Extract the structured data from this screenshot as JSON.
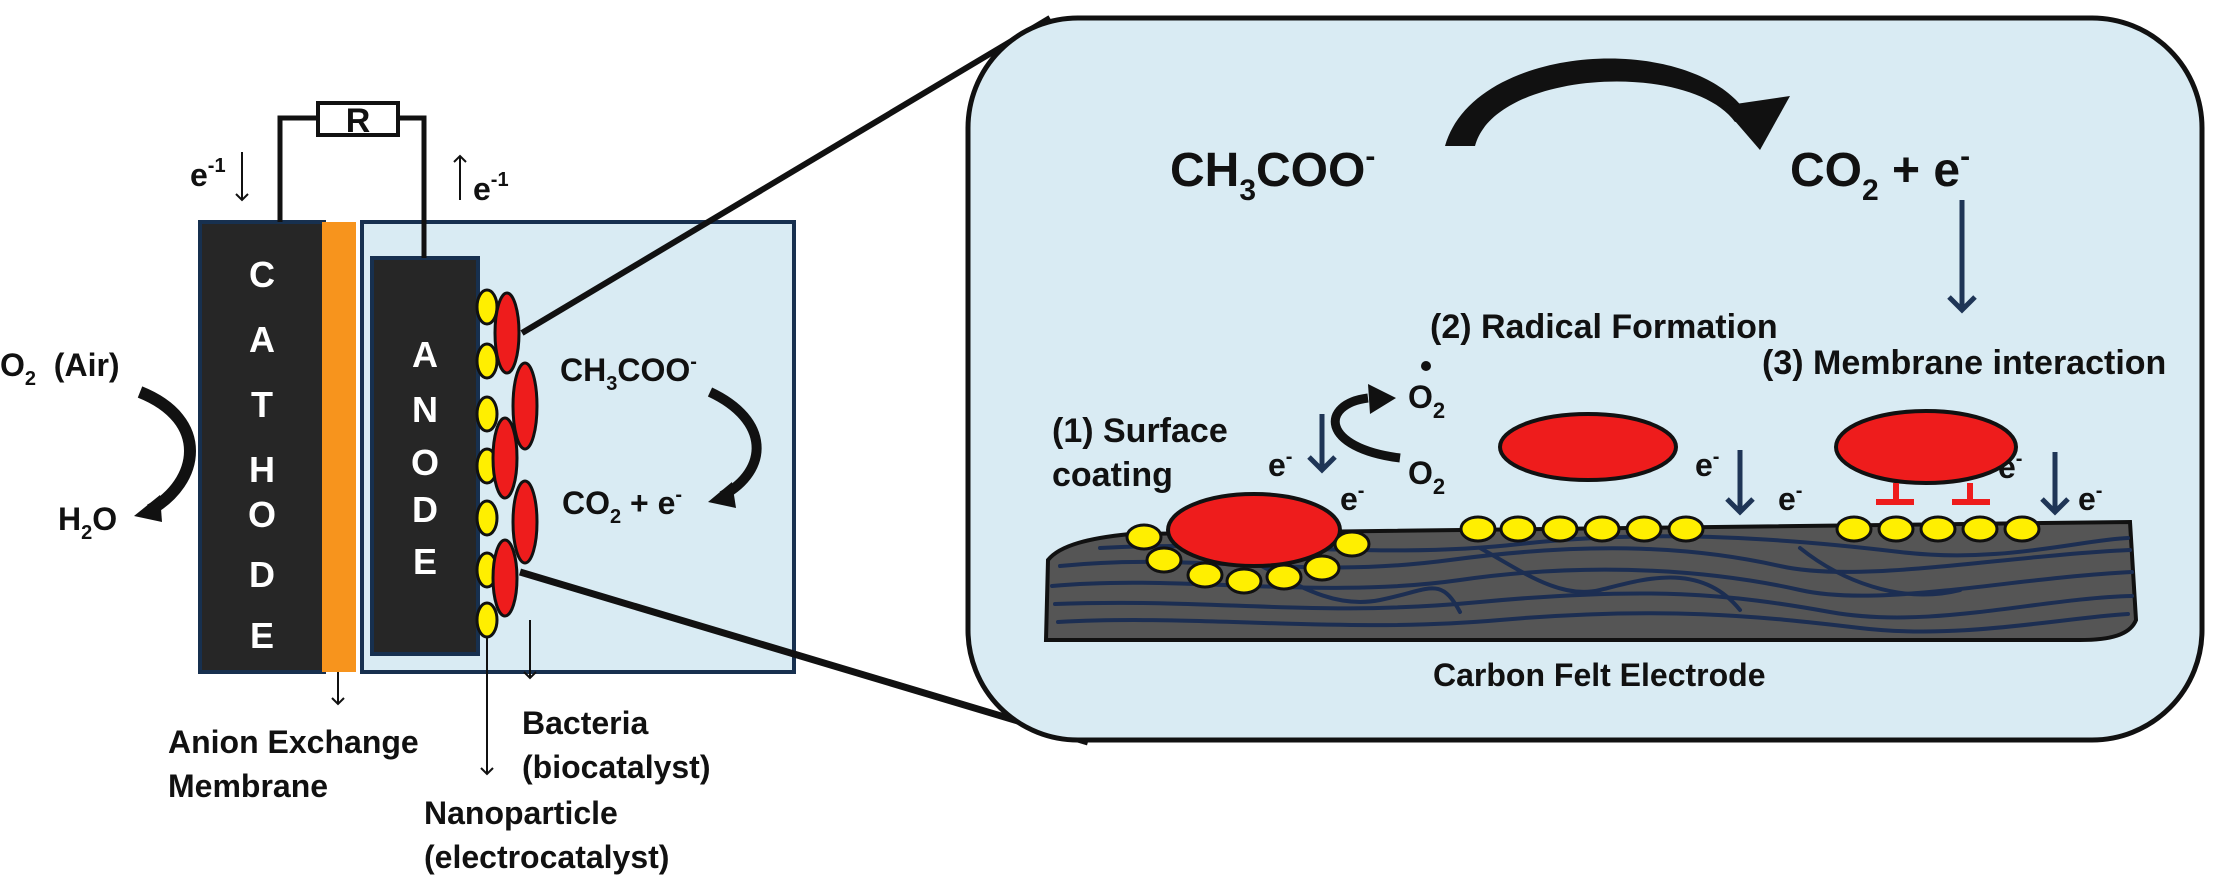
{
  "cell": {
    "resistor": "R",
    "electron_left": {
      "base": "e",
      "sup": "-1"
    },
    "electron_right": {
      "base": "e",
      "sup": "-1"
    },
    "cathode_letters": [
      "C",
      "A",
      "T",
      "H",
      "O",
      "D",
      "E"
    ],
    "anode_letters": [
      "A",
      "N",
      "O",
      "D",
      "E"
    ],
    "oxygen_in": {
      "base": "O",
      "sub": "2",
      "rest": "  (Air)"
    },
    "water_out": {
      "pre": "H",
      "sub": "2",
      "post": "O"
    },
    "substrate": {
      "pre": "CH",
      "sub": "3",
      "post": "COO",
      "sup": "-"
    },
    "products": {
      "pre": "CO",
      "sub": "2",
      "post": " + e",
      "sup": "-"
    },
    "membrane_label": [
      "Anion Exchange",
      "Membrane"
    ],
    "bacteria_label": [
      "Bacteria",
      "(biocatalyst)"
    ],
    "nanoparticle_label": [
      "Nanoparticle",
      "(electrocatalyst)"
    ]
  },
  "zoom": {
    "substrate": {
      "pre": "CH",
      "sub": "3",
      "post": "COO",
      "sup": "-"
    },
    "products": {
      "pre": "CO",
      "sub": "2",
      "post": " + e",
      "sup": "-"
    },
    "mechanism_1": [
      "(1) Surface",
      "coating"
    ],
    "mechanism_2": "(2) Radical Formation",
    "mechanism_3": "(3) Membrane interaction",
    "radical": {
      "base": "O",
      "sub": "2",
      "dot": "•"
    },
    "oxygen": {
      "base": "O",
      "sub": "2"
    },
    "electron": {
      "base": "e",
      "sup": "-"
    },
    "electrode_label": "Carbon Felt Electrode"
  },
  "colors": {
    "electrolyte": "#d9ebf3",
    "electrode": "#262626",
    "membrane": "#f7941d",
    "bacteria": "#ee1c1c",
    "nanoparticle": "#ffef00",
    "felt": "#555555",
    "felt_fibers": "#1c2e52",
    "arrow_blue": "#1f3556",
    "outline": "#17304f"
  }
}
